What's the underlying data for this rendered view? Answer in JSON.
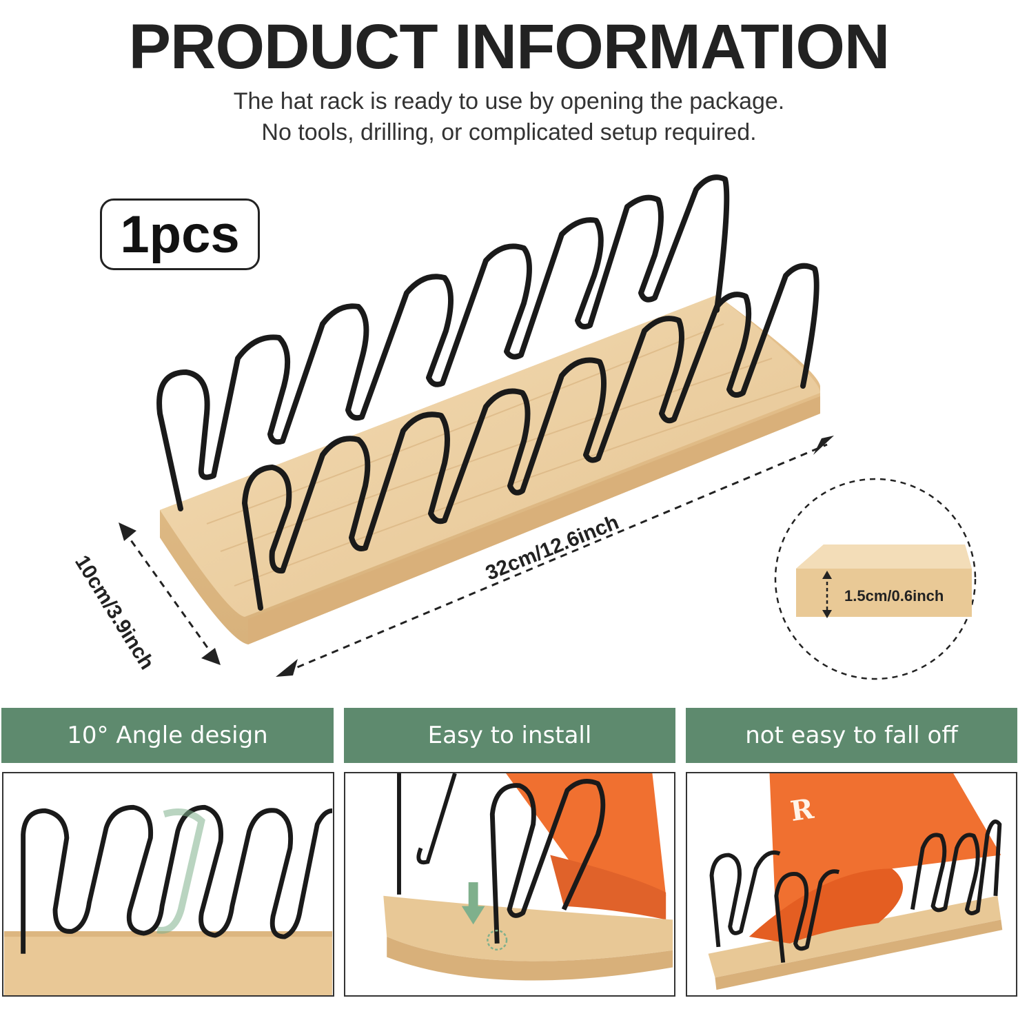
{
  "header": {
    "title": "PRODUCT INFORMATION",
    "subtitle_line1": "The hat rack is ready to use by opening the package.",
    "subtitle_line2": "No tools, drilling, or complicated setup required."
  },
  "product": {
    "quantity_label": "1pcs",
    "length_label": "32cm/12.6inch",
    "width_label": "10cm/3.9inch",
    "thickness_label": "1.5cm/0.6inch"
  },
  "features": [
    {
      "title": "10° Angle design"
    },
    {
      "title": "Easy to install"
    },
    {
      "title": "not easy to fall off"
    }
  ],
  "hat": {
    "logo_letter": "R"
  },
  "colors": {
    "feature_bar": "#5e8a6e",
    "wood": "#e8c898",
    "wire": "#1a1a1a",
    "hat": "#f07030",
    "accent_arrow": "#7fb08c"
  },
  "icons": {
    "dimension_arrow": "dashed-double-arrow-icon",
    "install_arrow": "down-arrow-icon"
  }
}
